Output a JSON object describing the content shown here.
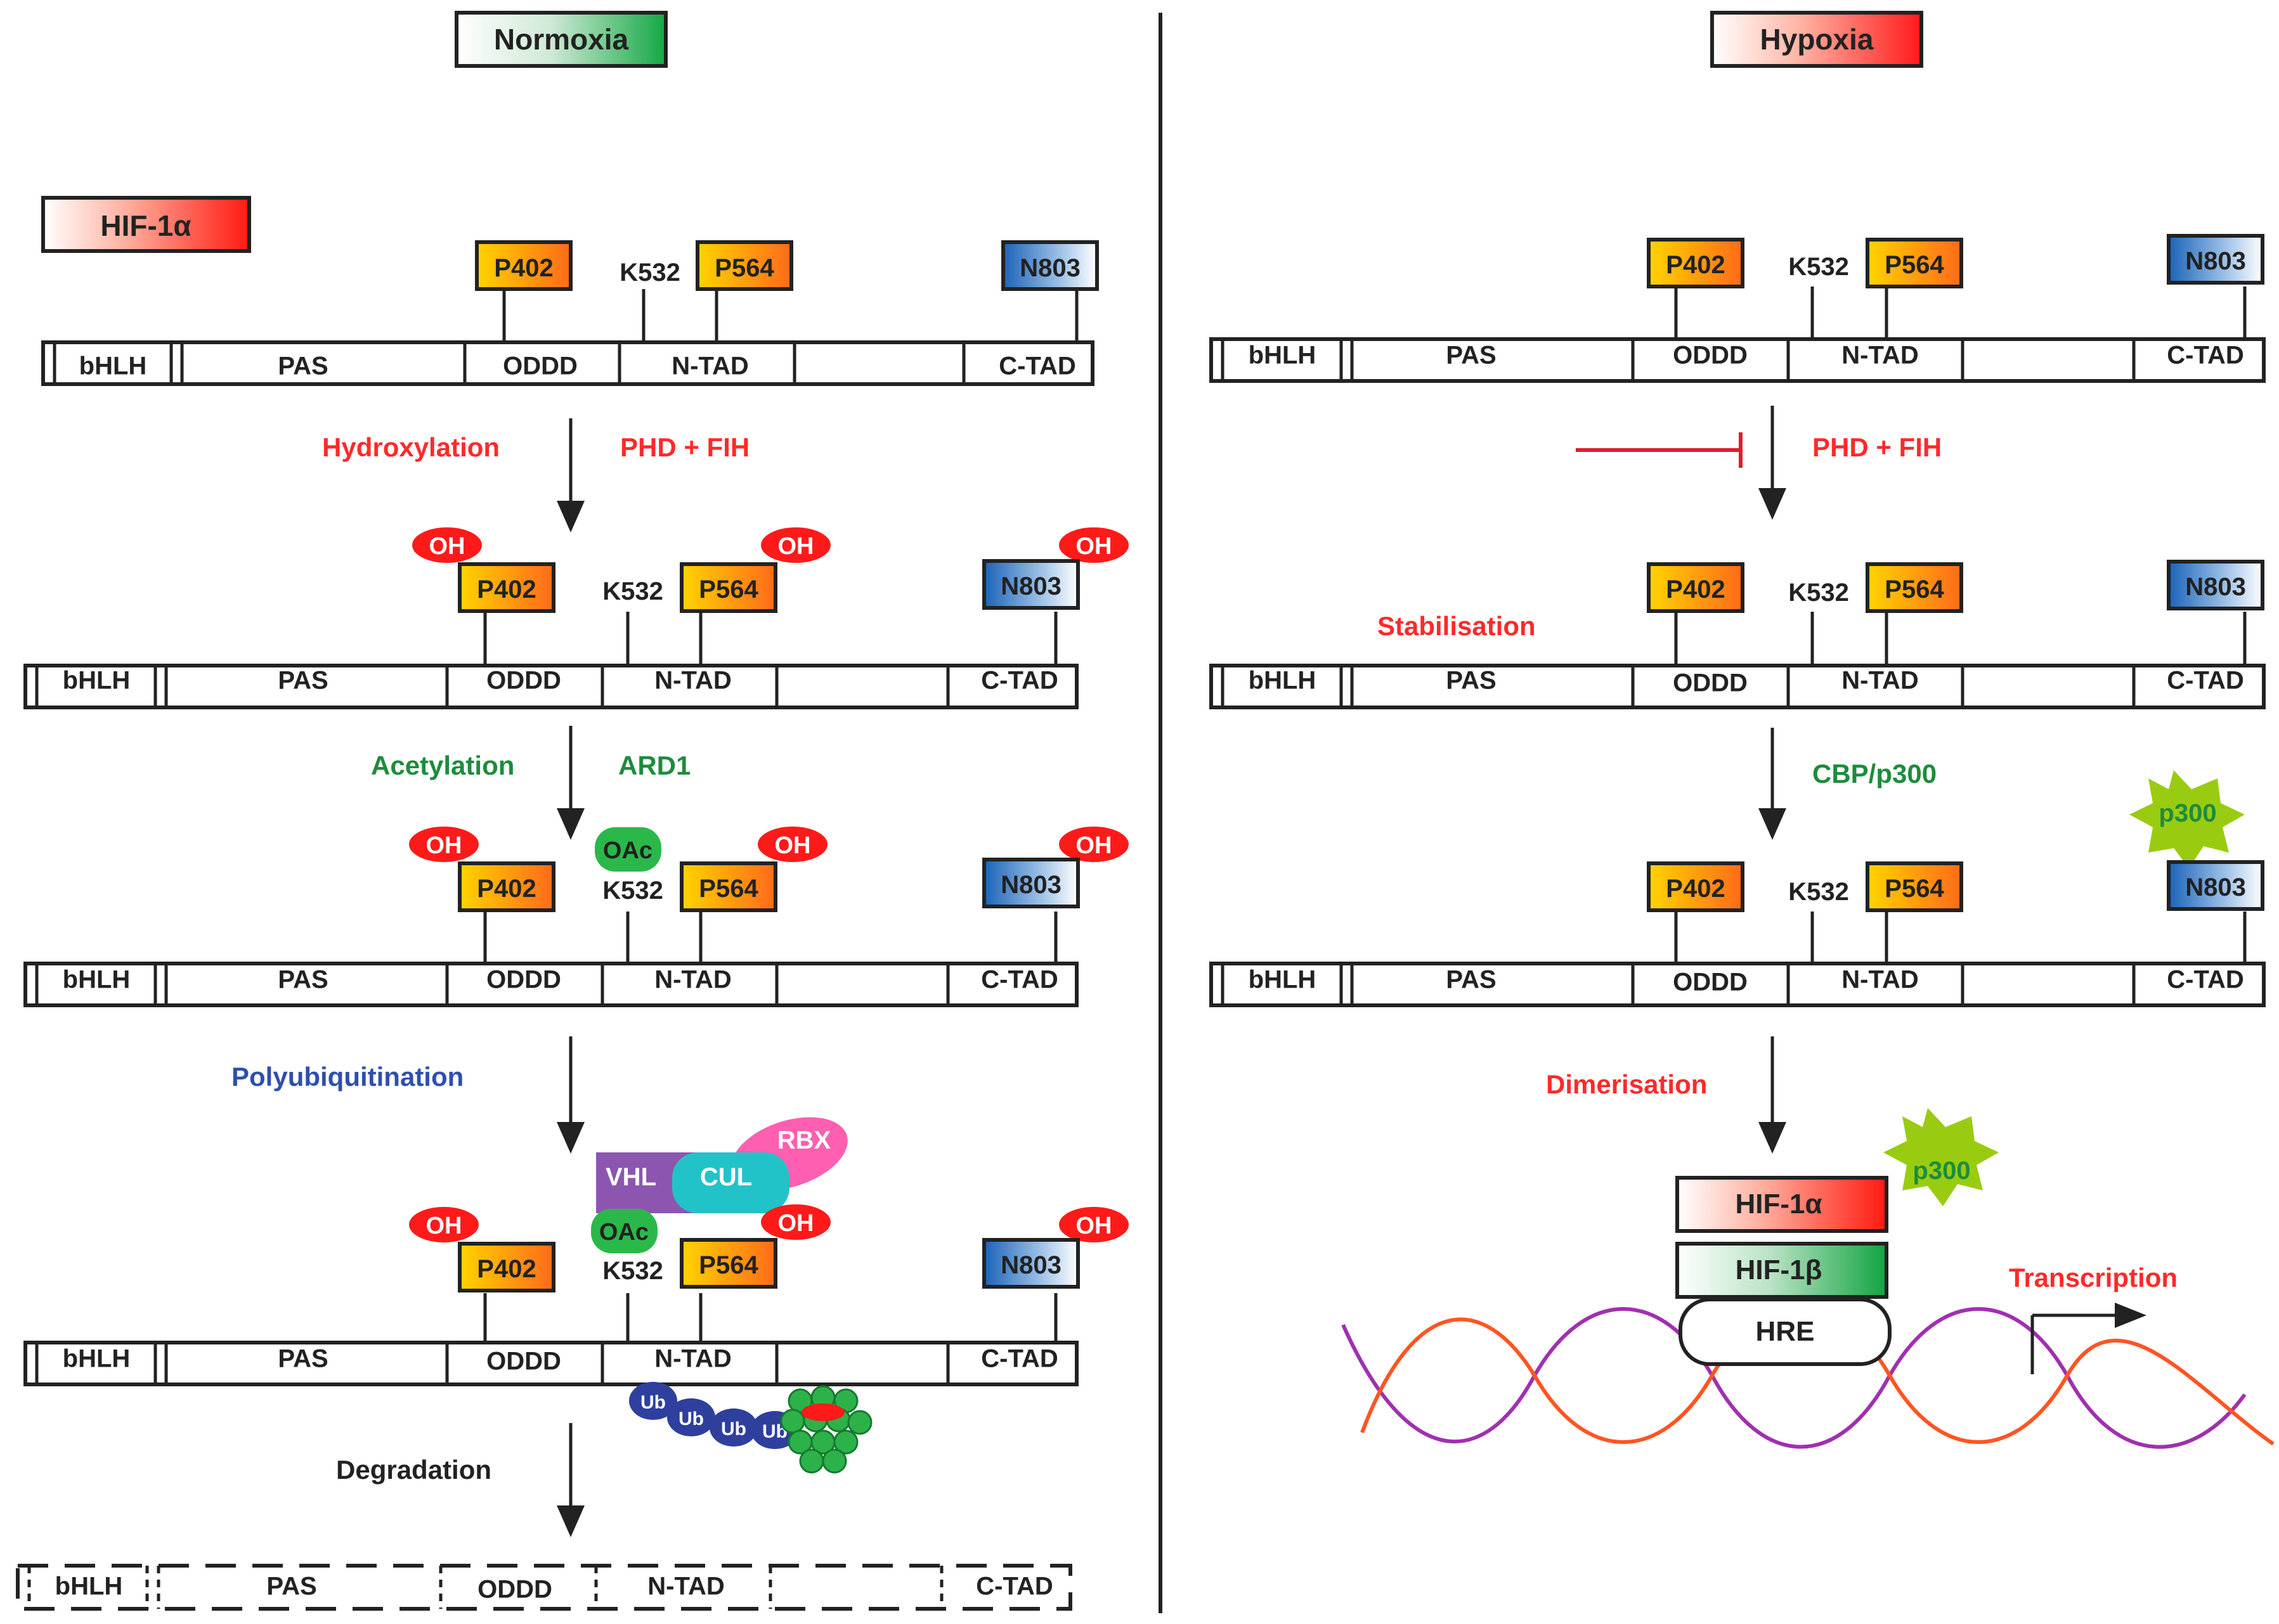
{
  "panels": {
    "normoxia": "Normoxia",
    "hypoxia": "Hypoxia"
  },
  "protein_label": "HIF-1α",
  "domains": {
    "bhlh": "bHLH",
    "pas": "PAS",
    "oddd": "ODDD",
    "ntad": "N-TAD",
    "ctad": "C-TAD"
  },
  "residues": {
    "p402": "P402",
    "k532": "K532",
    "p564": "P564",
    "n803": "N803"
  },
  "modifications": {
    "oh": "OH",
    "oac": "OAc",
    "ub": "Ub"
  },
  "normoxia_steps": {
    "hydroxylation": "Hydroxylation",
    "phd_fih": "PHD + FIH",
    "acetylation": "Acetylation",
    "ard1": "ARD1",
    "polyubiquitination": "Polyubiquitination",
    "degradation": "Degradation"
  },
  "complex": {
    "vhl": "VHL",
    "cul": "CUL",
    "rbx": "RBX"
  },
  "hypoxia_steps": {
    "phd_fih": "PHD + FIH",
    "stabilisation": "Stabilisation",
    "cbp_p300": "CBP/p300",
    "p300": "p300",
    "dimerisation": "Dimerisation",
    "hif1a": "HIF-1α",
    "hif1b": "HIF-1β",
    "hre": "HRE",
    "transcription": "Transcription"
  },
  "colors": {
    "red_label": "#ff2a2a",
    "green_label": "#1e8c3c",
    "blue_label": "#2f4fae",
    "oh_badge": "#ff1a1a",
    "oac_badge": "#2bb84a",
    "ub_bead": "#2e3f9e",
    "proteasome": "#2db24a",
    "vhl": "#8c56b0",
    "cul": "#22c3c8",
    "rbx": "#ff5fb0",
    "p300_star": "#99cc11",
    "dna_red": "#ff5522",
    "dna_purple": "#a030b0"
  }
}
